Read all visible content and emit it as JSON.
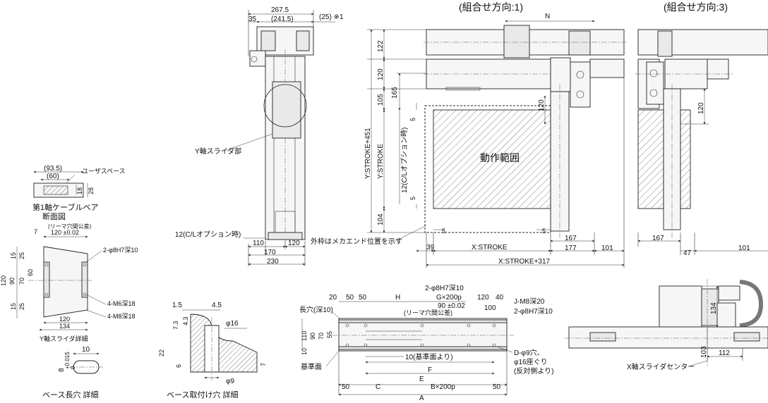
{
  "titles": {
    "combo1": "(組合せ方向:1)",
    "combo3": "(組合せ方向:3)"
  },
  "top_view": {
    "d_267_5": "267.5",
    "d_35": "35",
    "d_241_5": "(241.5)",
    "d_25_note": "(25) ※1",
    "y_slider": "Y軸スライダ部",
    "cl_option": "12(C/Lオプション時)",
    "d_110": "110",
    "d_120": "120",
    "d_170": "170",
    "d_230": "230"
  },
  "main_view": {
    "N": "N",
    "v122": "122",
    "v120": "120",
    "v105": "105",
    "v165": "165",
    "v5a": "5",
    "v120b": "120",
    "ystroke451": "Y:STROKE+451",
    "ystroke": "Y:STROKE",
    "cl12": "12(C/Lオプション時)",
    "v5b": "5",
    "v104": "104",
    "range": "動作範囲",
    "v5c": "5",
    "v5d": "5",
    "frame_note": "外枠はメカエンド位置を示す",
    "v39": "39",
    "xstroke": "X:STROKE",
    "v167": "167",
    "v177": "177",
    "v101": "101",
    "xstroke317": "X:STROKE+317"
  },
  "combo3_view": {
    "v120": "120",
    "v167": "167",
    "v47": "47",
    "v101": "101"
  },
  "cable_bear": {
    "d_93_5": "(93.5)",
    "d_60": "(60)",
    "user_space": "ユーザスペース",
    "d_18": "18",
    "d_28": "28",
    "title1": "第1軸ケーブルベア",
    "title2": "断面図"
  },
  "y_slider_detail": {
    "ream": "(リーマ穴間公差)",
    "d_7": "7",
    "d_120tol": "120 ±0.02",
    "pin": "2-φ8H7深10",
    "m6": "4-M6深18",
    "m8": "4-M8深18",
    "d_15a": "15",
    "d_25a": "25",
    "d_120": "120",
    "d_90": "90",
    "d_60": "60",
    "d_70": "70",
    "d_15b": "15",
    "d_25b": "25",
    "d_120b": "120",
    "d_134": "134",
    "title": "Y軸スライダ詳細"
  },
  "slot_detail": {
    "d_10": "10",
    "d_8tol": "8",
    "tol_up": "+0.015",
    "tol_lo": "0",
    "title": "ベース長穴 詳細"
  },
  "mount_hole": {
    "d_1_5": "1.5",
    "d_4_5": "4.5",
    "d_7_3": "7.3",
    "d_4_3": "4.3",
    "d_phi16": "φ16",
    "d_22": "22",
    "d_6": "6",
    "d_7": "7",
    "d_phi9": "φ9",
    "title": "ベース取付け穴 詳細"
  },
  "base_view": {
    "pin_top": "2-φ8H7深10",
    "d_20": "20",
    "d_50a": "50",
    "d_50b": "50",
    "H": "H",
    "G": "G×200p",
    "d_120": "120",
    "d_40": "40",
    "j_m8": "J-M8深20",
    "d_90tol": "90 ±0.02",
    "ream": "(リーマ穴間公差)",
    "d_100": "100",
    "pin_right": "2-φ8H7深10",
    "slot": "長穴(深10)",
    "d_110": "110",
    "d_90": "90",
    "d_70": "70",
    "d_55": "55",
    "d_10": "10",
    "ref_face": "基準面",
    "ref_from": "10(基準面より)",
    "d_holes": "D-φ9穴、",
    "d_counter": "φ16座ぐり",
    "d_opp": "(反対側より)",
    "F": "F",
    "E": "E",
    "d_50c": "50",
    "C": "C",
    "B200": "B×200p",
    "d_50d": "50",
    "A": "A"
  },
  "x_slider_view": {
    "d_134": "134",
    "d_103": "103",
    "d_112": "112",
    "title": "X軸スライダセンター"
  }
}
